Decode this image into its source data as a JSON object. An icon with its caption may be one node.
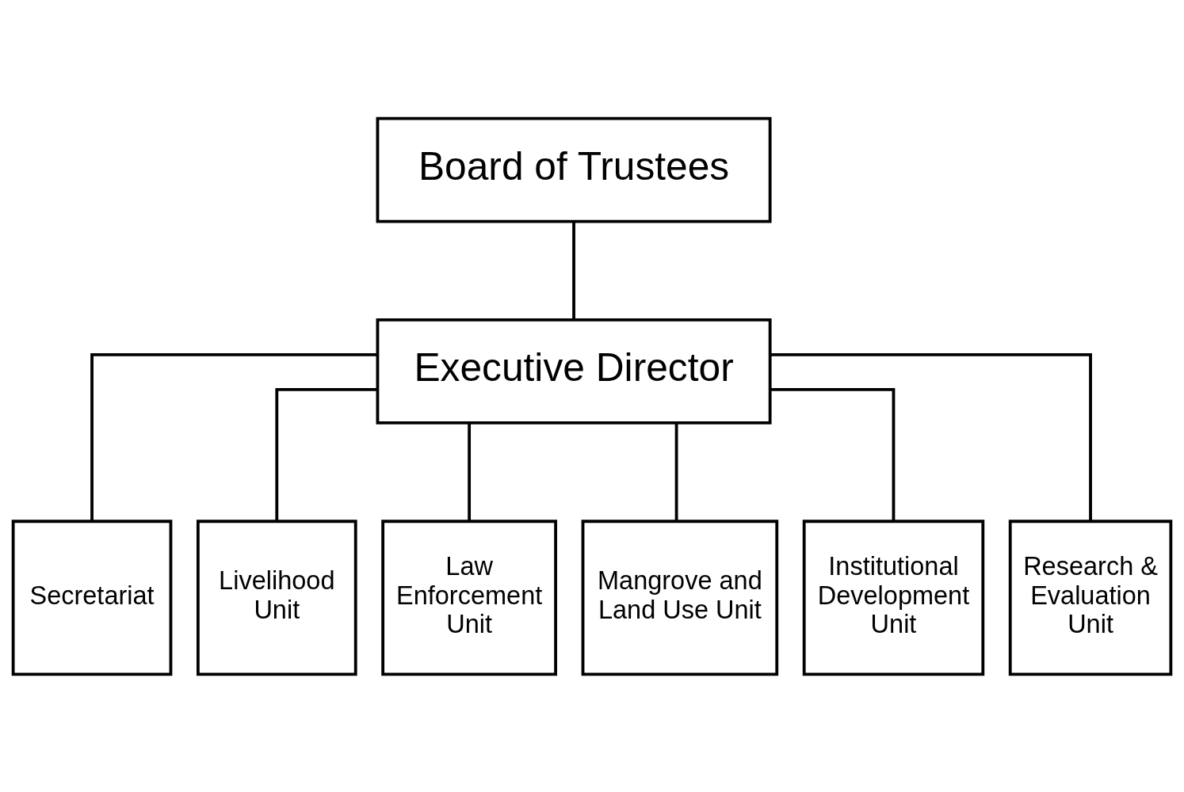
{
  "diagram": {
    "nodes": [
      {
        "text": [
          "Board of Trustees"
        ]
      },
      {
        "text": [
          "Executive Director"
        ]
      },
      {
        "text": [
          "Secretariat"
        ]
      },
      {
        "text": [
          "Livelihood Unit"
        ]
      },
      {
        "text": [
          "Law Enforcement Unit"
        ]
      },
      {
        "text": [
          "Mangrove and Land Use Unit"
        ]
      },
      {
        "text": [
          "Institutional Development Unit"
        ]
      },
      {
        "text": [
          "Research & Evaluation Unit"
        ]
      }
    ],
    "edges": [
      {
        "from": 0,
        "to": 1,
        "arrow": "none"
      },
      {
        "from": 1,
        "to": 2,
        "arrow": "none"
      },
      {
        "from": 1,
        "to": 3,
        "arrow": "none"
      },
      {
        "from": 1,
        "to": 4,
        "arrow": "none"
      },
      {
        "from": 1,
        "to": 5,
        "arrow": "none"
      },
      {
        "from": 1,
        "to": 6,
        "arrow": "none"
      },
      {
        "from": 1,
        "to": 7,
        "arrow": "none"
      }
    ]
  }
}
